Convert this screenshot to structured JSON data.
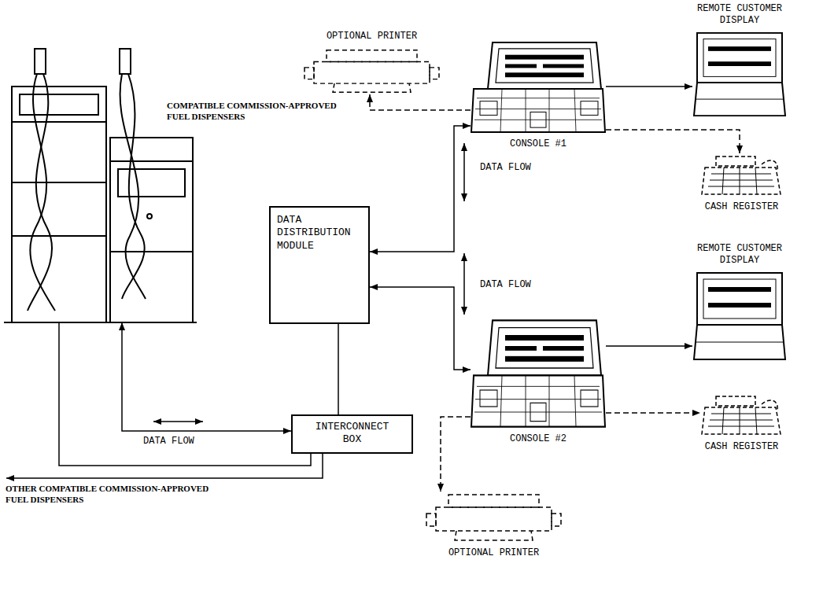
{
  "diagram": {
    "nodes": [
      {
        "text": [
          "COMPATIBLE COMMISSION-APPROVED FUEL DISPENSERS"
        ]
      },
      {
        "text": [
          "DATA DISTRIBUTION MODULE"
        ]
      },
      {
        "text": [
          "INTERCONNECT BOX"
        ]
      },
      {
        "text": [
          "OPTIONAL PRINTER"
        ]
      },
      {
        "text": [
          "CONSOLE #1"
        ]
      },
      {
        "text": [
          "REMOTE CUSTOMER DISPLAY"
        ]
      },
      {
        "text": [
          "CASH REGISTER"
        ]
      },
      {
        "text": [
          "CONSOLE #2"
        ]
      },
      {
        "text": [
          "REMOTE CUSTOMER DISPLAY"
        ]
      },
      {
        "text": [
          "CASH REGISTER"
        ]
      },
      {
        "text": [
          "OPTIONAL PRINTER"
        ]
      }
    ],
    "edges": [
      {
        "from": 1,
        "to": 4,
        "label": "DATA FLOW",
        "arrow": "both"
      },
      {
        "from": 1,
        "to": 7,
        "label": "DATA FLOW",
        "arrow": "both"
      },
      {
        "from": 1,
        "to": 2,
        "arrow": "none"
      },
      {
        "from": 0,
        "to": 2,
        "label": "DATA FLOW",
        "arrow": "both"
      },
      {
        "from": 0,
        "to": 2,
        "arrow": "none"
      },
      {
        "from": 4,
        "to": 3,
        "arrow": "to"
      },
      {
        "from": 4,
        "to": 5,
        "arrow": "to"
      },
      {
        "from": 4,
        "to": 6,
        "arrow": "to"
      },
      {
        "from": 7,
        "to": 8,
        "arrow": "to"
      },
      {
        "from": 7,
        "to": 9,
        "arrow": "to"
      },
      {
        "from": 7,
        "to": 10,
        "arrow": "to"
      }
    ],
    "labels": [
      "OTHER COMPATIBLE COMMISSION-APPROVED FUEL DISPENSERS"
    ]
  }
}
